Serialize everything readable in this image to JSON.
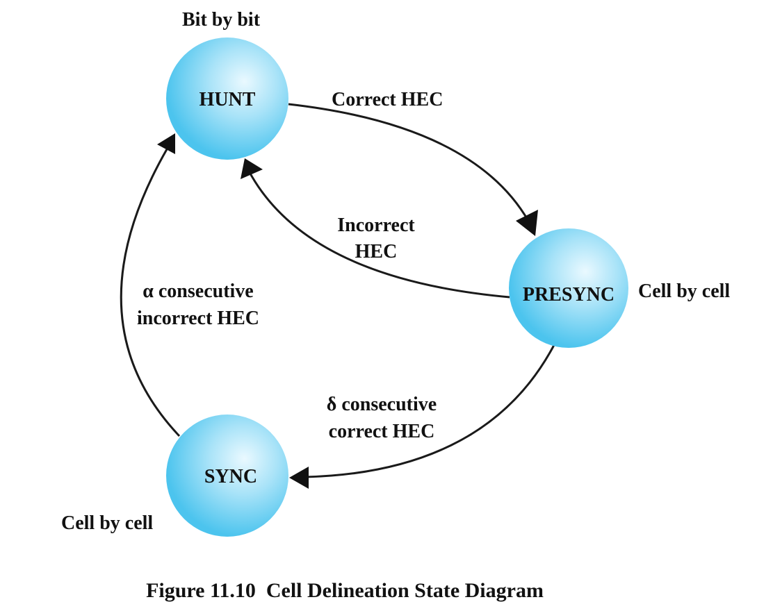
{
  "colors": {
    "state_fill_center": "#eaf9ff",
    "state_fill_edge": "#4cc4ee",
    "edge_color": "#1a1a1a"
  },
  "states": {
    "hunt": {
      "label": "HUNT",
      "note": "Bit by bit"
    },
    "presync": {
      "label": "PRESYNC",
      "note": "Cell by cell"
    },
    "sync": {
      "label": "SYNC",
      "note": "Cell by cell"
    }
  },
  "transitions": {
    "hunt_to_presync": {
      "label": "Correct HEC"
    },
    "presync_to_hunt": {
      "label_line1": "Incorrect",
      "label_line2": "HEC"
    },
    "presync_to_sync": {
      "label_line1": "δ consecutive",
      "label_line2": "correct HEC"
    },
    "sync_to_hunt": {
      "label_line1": "α consecutive",
      "label_line2": "incorrect HEC"
    }
  },
  "caption": "Figure 11.10  Cell Delineation State Diagram"
}
